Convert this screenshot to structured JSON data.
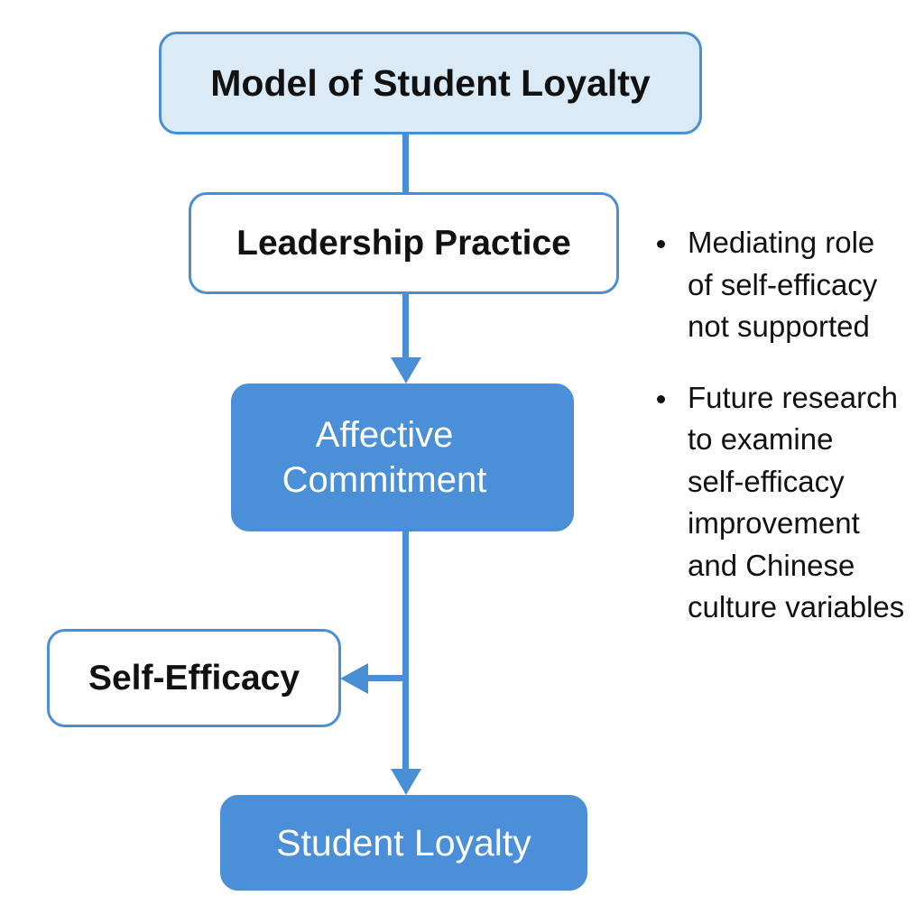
{
  "title": "Model of Student Loyalty",
  "nodes": {
    "leadership": "Leadership Practice",
    "affective_line1": "Affective",
    "affective_line2": "Commitment",
    "self_efficacy": "Self-Efficacy",
    "student_loyalty": "Student Loyalty"
  },
  "notes": [
    "Mediating role\nof self-efficacy\nnot supported",
    "Future research\nto examine\nself-efficacy\nimprovement\nand Chinese\nculture variables"
  ],
  "colors": {
    "accent": "#4a8fd6",
    "title_fill": "#dbeaf7"
  }
}
